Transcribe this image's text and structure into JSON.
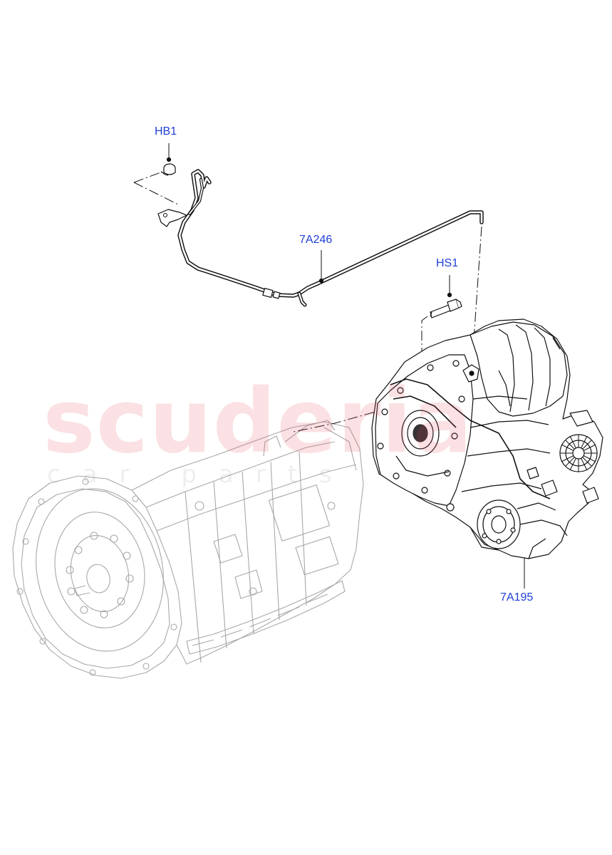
{
  "callouts": {
    "hb1": "HB1",
    "pipe": "7A246",
    "hs1": "HS1",
    "transfer_box": "7A195"
  },
  "watermark": {
    "main": "scuderia",
    "sub": "car parts"
  },
  "colors": {
    "callout_text": "#1f3fd6",
    "watermark_main": "#e64650",
    "line_dark": "#111111",
    "line_faded": "#a8a8a8"
  }
}
